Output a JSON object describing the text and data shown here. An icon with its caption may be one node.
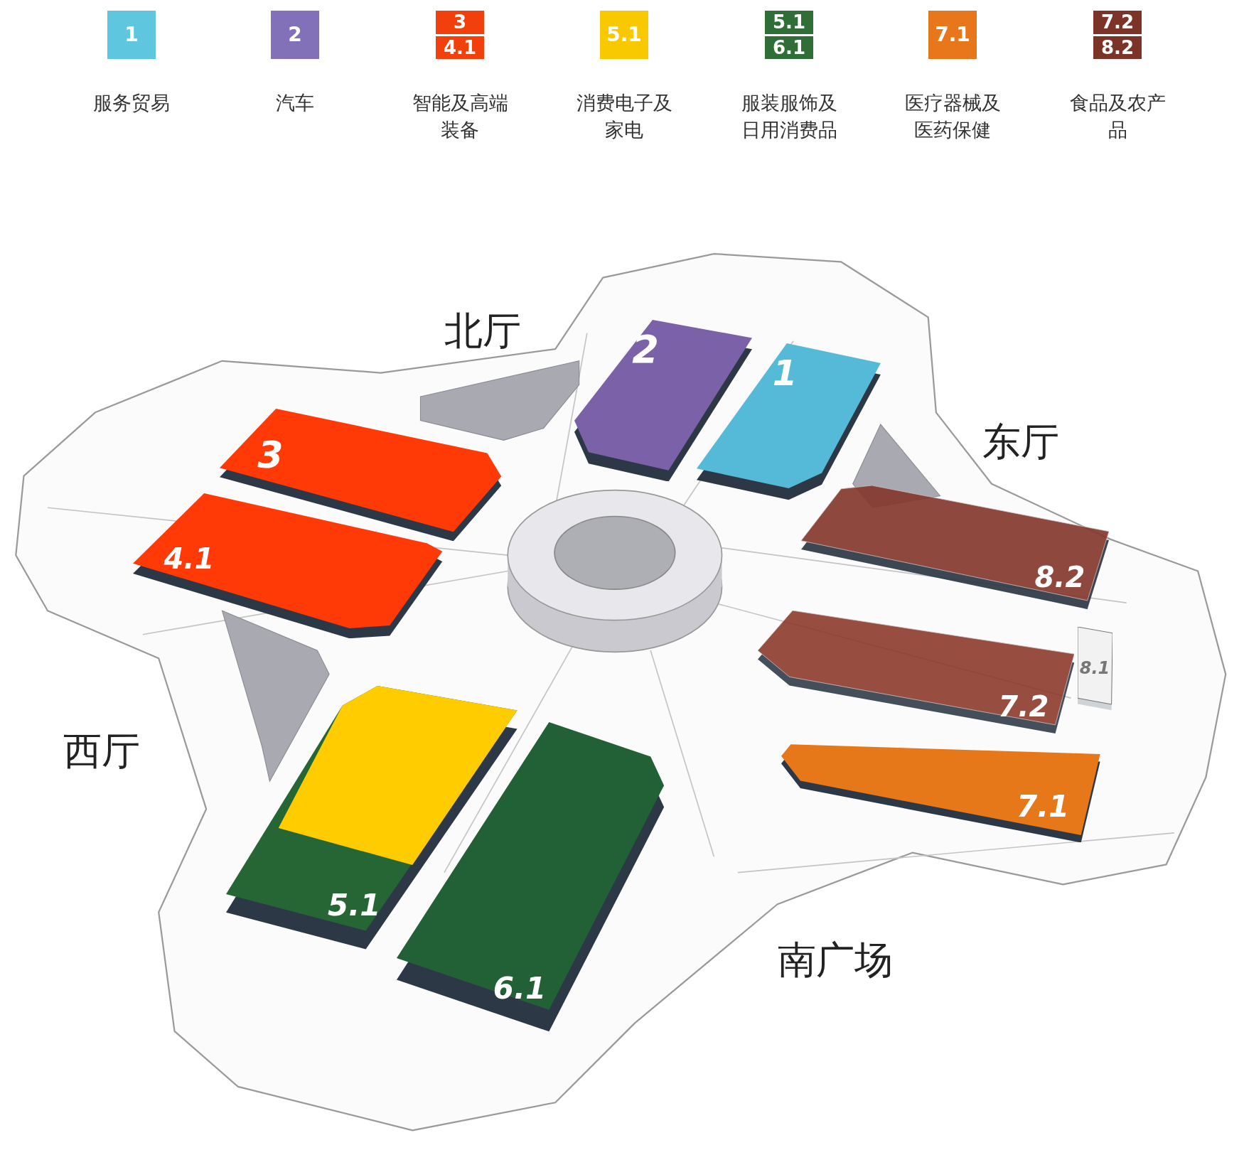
{
  "diagram": {
    "nodes": [
      {
        "text": [
          "2"
        ]
      },
      {
        "text": [
          "1"
        ]
      },
      {
        "text": [
          "3"
        ]
      },
      {
        "text": [
          "4.1"
        ]
      },
      {
        "text": [
          "8.2"
        ]
      },
      {
        "text": [
          "8.1"
        ]
      },
      {
        "text": [
          "7.2"
        ]
      },
      {
        "text": [
          "7.1"
        ]
      },
      {
        "text": [
          "5.1"
        ]
      },
      {
        "text": [
          "6.1"
        ]
      }
    ],
    "labels": [
      "1",
      "2",
      "3",
      "4.1",
      "5.1",
      "5.1",
      "6.1",
      "7.1",
      "7.2",
      "8.2",
      "北厅",
      "东厅",
      "西厅",
      "南广场"
    ],
    "legend": [
      {
        "text": "服务贸易",
        "color": "#5fc6e0"
      },
      {
        "text": "汽车",
        "color": "#8270b8"
      },
      {
        "text": "智能及高端装备",
        "color": "#f2400c"
      },
      {
        "text": "消费电子及家电",
        "color": "#f8c800"
      },
      {
        "text": "服装服饰及日用消费品",
        "color": "#2f6e36"
      },
      {
        "text": "医疗器械及医药保健",
        "color": "#e8771c"
      },
      {
        "text": "食品及农产品",
        "color": "#7c3428"
      }
    ]
  }
}
